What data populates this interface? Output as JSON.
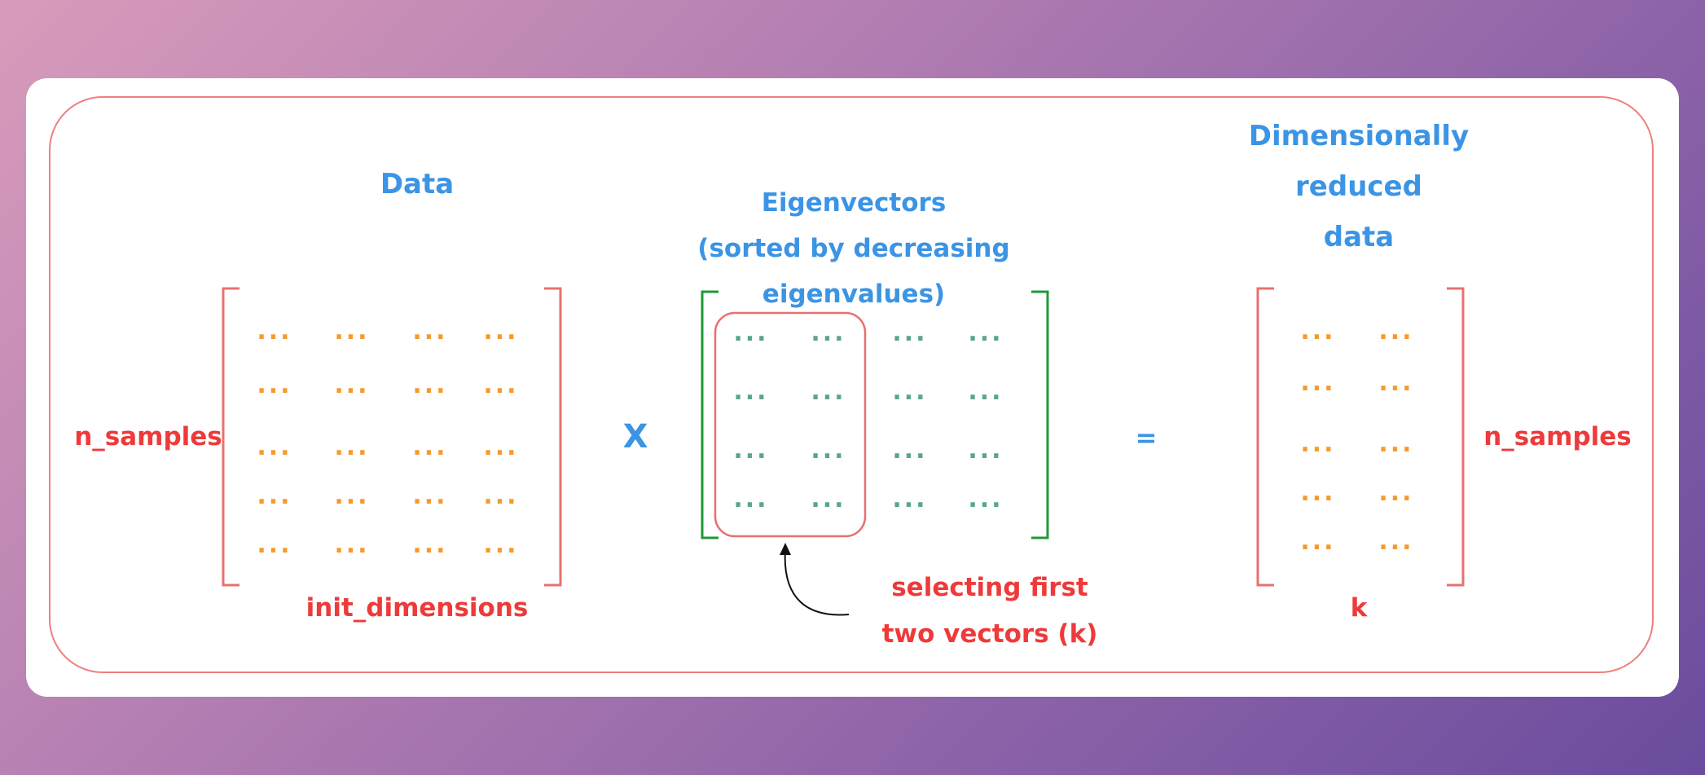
{
  "diagram": {
    "data_title": "Data",
    "eigen_title_lines": [
      "Eigenvectors",
      "(sorted by decreasing",
      "eigenvalues)"
    ],
    "reduced_title_lines": [
      "Dimensionally",
      "reduced",
      "data"
    ],
    "rows_label_left": "n_samples",
    "rows_label_right": "n_samples",
    "cols_label_data": "init_dimensions",
    "cols_label_reduced": "k",
    "multiply_symbol": "X",
    "equals_symbol": "=",
    "selection_note_lines": [
      "selecting first",
      "two vectors (k)"
    ],
    "cell_text": "...",
    "data_matrix": {
      "rows": 5,
      "cols": 4
    },
    "eigen_matrix": {
      "rows": 4,
      "cols": 4,
      "selected_cols": 2
    },
    "reduced_matrix": {
      "rows": 5,
      "cols": 2
    },
    "colors": {
      "title_blue": "#3b94e4",
      "label_red": "#ee3a3a",
      "bracket_red": "#e87070",
      "bracket_green": "#1f9a35",
      "dot_orange": "#f59a2e",
      "dot_teal": "#5aa58d",
      "frame_red": "#ee7f7f"
    }
  }
}
